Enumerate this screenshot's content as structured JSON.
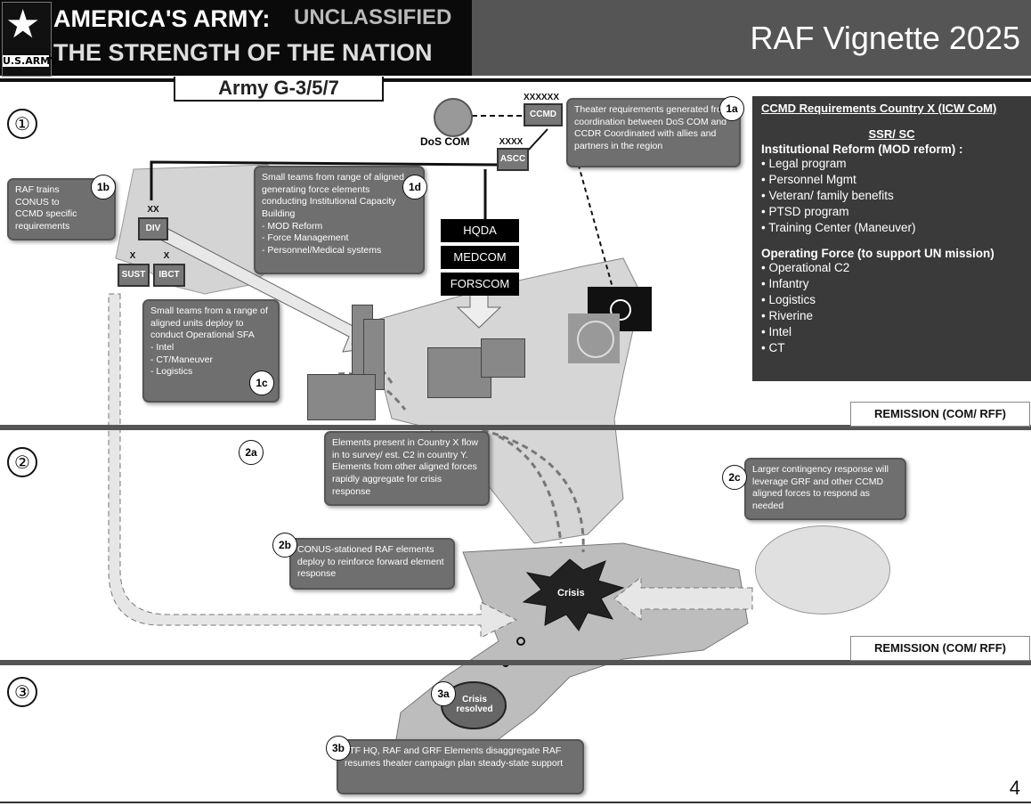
{
  "header": {
    "title_line1": "AMERICA'S ARMY:",
    "classification": "UNCLASSIFIED",
    "title_line2": "THE STRENGTH OF THE NATION",
    "slide_title": "RAF Vignette 2025",
    "org_tab": "Army G-3/5/7",
    "logo_text": "U.S.ARMY"
  },
  "phases": [
    "①",
    "②",
    "③"
  ],
  "top_nodes": {
    "dos_com": "DoS COM",
    "ccmd": "CCMD",
    "ccmd_echelon": "XXXXXX",
    "ascc": "ASCC",
    "ascc_echelon": "XXXX"
  },
  "units": {
    "div": "DIV",
    "div_echelon": "XX",
    "sust": "SUST",
    "sust_echelon": "X",
    "ibct": "IBCT",
    "ibct_echelon": "X"
  },
  "hq_boxes": [
    "HQDA",
    "MEDCOM",
    "FORSCOM"
  ],
  "callouts": {
    "c1a": {
      "badge": "1a",
      "text": "Theater requirements generated from coordination between DoS COM and CCDR Coordinated with allies and partners in the region"
    },
    "c1b": {
      "badge": "1b",
      "text": "RAF trains CONUS to CCMD specific requirements"
    },
    "c1c": {
      "badge": "1c",
      "text": "Small teams from a range of aligned units deploy to conduct Operational SFA\n- Intel\n- CT/Maneuver\n- Logistics"
    },
    "c1d": {
      "badge": "1d",
      "text": "Small teams from range of aligned generating force elements conducting Institutional Capacity Building\n- MOD Reform\n- Force Management\n- Personnel/Medical systems"
    },
    "c2a": {
      "badge": "2a",
      "text": "Elements present in Country X flow in to survey/ est. C2 in country Y. Elements from other aligned forces rapidly aggregate for crisis response"
    },
    "c2b": {
      "badge": "2b",
      "text": "CONUS-stationed RAF elements deploy to reinforce forward element response"
    },
    "c2c": {
      "badge": "2c",
      "text": "Larger contingency response will leverage GRF and other CCMD aligned forces to respond as needed"
    },
    "c3a": {
      "badge": "3a",
      "text": "Crisis resolved"
    },
    "c3b": {
      "badge": "3b",
      "text": "JTF HQ, RAF and GRF Elements disaggregate RAF resumes theater campaign plan steady-state support"
    }
  },
  "crisis_label": "Crisis",
  "ccmd_panel": {
    "title": "CCMD Requirements Country X (ICW CoM)",
    "subtitle": "SSR/ SC",
    "institutional_heading": "Institutional Reform (MOD reform) :",
    "institutional_items": [
      "Legal program",
      "Personnel Mgmt",
      "Veteran/ family benefits",
      "PTSD program",
      "Training Center (Maneuver)"
    ],
    "operating_heading": "Operating Force  (to support UN mission)",
    "operating_items": [
      "Operational C2",
      "Infantry",
      "Logistics",
      "Riverine",
      "Intel",
      "CT"
    ]
  },
  "remission_labels": [
    "REMISSION (COM/ RFF)",
    "REMISSION (COM/ RFF)"
  ],
  "page_number": "4",
  "colors": {
    "header_dark": "#0a0a0a",
    "header_gray": "#555555",
    "callout": "#6f6f6f",
    "panel": "#3a3a3a",
    "map_light": "#d4d4d4",
    "map_mid": "#bdbdbd"
  }
}
